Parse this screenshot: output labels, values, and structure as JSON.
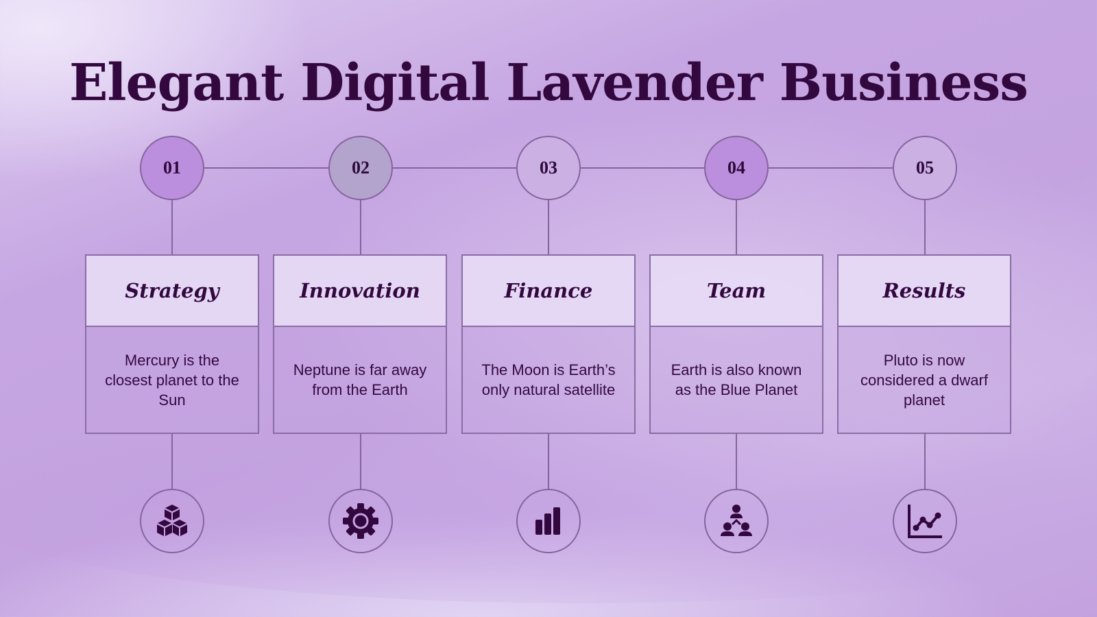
{
  "slide": {
    "title": "Elegant Digital Lavender Business"
  },
  "colors": {
    "text_dark": "#33083f",
    "line": "#85649e",
    "circle_accent": "#bb8fdd",
    "circle_muted": "#b2a4cc",
    "circle_light": "#cbb0e4",
    "card_header_bg": "#e6daf5"
  },
  "steps": [
    {
      "number": "01",
      "title": "Strategy",
      "description": "Mercury is the closest planet to the Sun",
      "icon": "cubes-icon"
    },
    {
      "number": "02",
      "title": "Innovation",
      "description": "Neptune is far away from the Earth",
      "icon": "gear-icon"
    },
    {
      "number": "03",
      "title": "Finance",
      "description": "The Moon is Earth’s only natural satellite",
      "icon": "bar-chart-icon"
    },
    {
      "number": "04",
      "title": "Team",
      "description": "Earth is also known as the Blue Planet",
      "icon": "team-hierarchy-icon"
    },
    {
      "number": "05",
      "title": "Results",
      "description": "Pluto is now considered a dwarf planet",
      "icon": "line-chart-icon"
    }
  ]
}
